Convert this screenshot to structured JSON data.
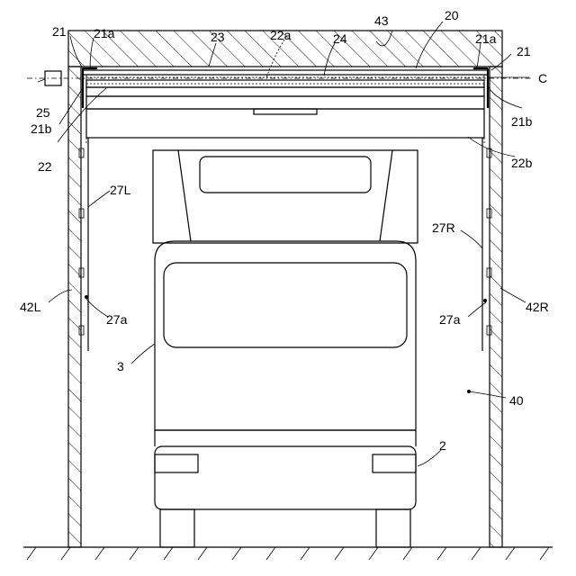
{
  "labels": {
    "l20": "20",
    "l21_left": "21",
    "l21_right": "21",
    "l21a_left": "21a",
    "l21a_right": "21a",
    "l21b_left": "21b",
    "l21b_right": "21b",
    "l22": "22",
    "l22a": "22a",
    "l22b": "22b",
    "l23": "23",
    "l24": "24",
    "l25": "25",
    "l27L": "27L",
    "l27R": "27R",
    "l27a_left": "27a",
    "l27a_right": "27a",
    "l42L": "42L",
    "l42R": "42R",
    "l43": "43",
    "l40": "40",
    "l3": "3",
    "l2": "2",
    "lC": "C"
  }
}
